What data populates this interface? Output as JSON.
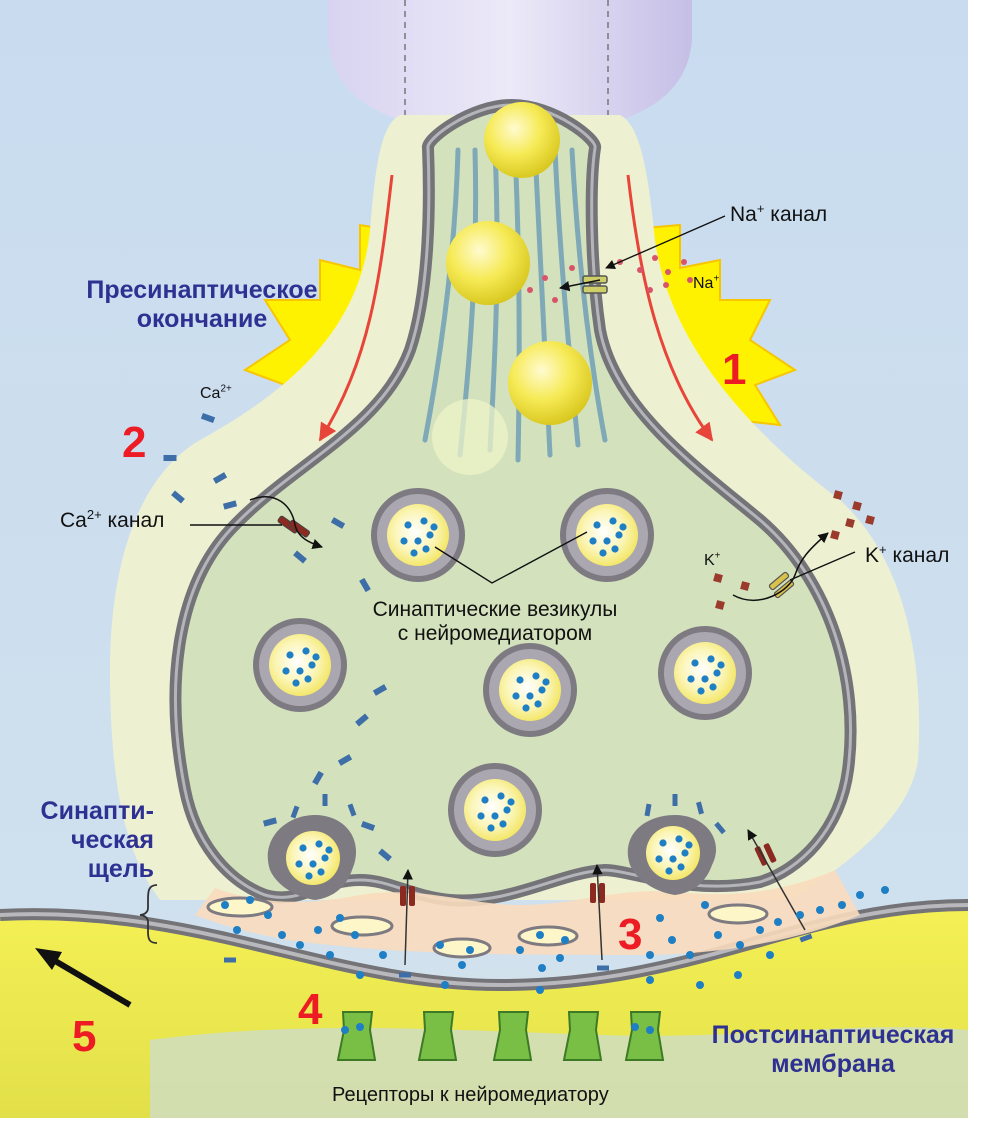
{
  "labels": {
    "presynaptic_line1": "Пресинаптическое",
    "presynaptic_line2": "окончание",
    "cleft_line1": "Синапти-",
    "cleft_line2": "ческая",
    "cleft_line3": "щель",
    "postsynaptic_line1": "Постсинаптическая",
    "postsynaptic_line2": "мембрана",
    "vesicles_line1": "Синаптические везикулы",
    "vesicles_line2": "с нейромедиатором",
    "receptors": "Рецепторы к нейромедиатору",
    "na_channel_base": "Na",
    "na_channel_sup": "+",
    "na_channel_word": " канал",
    "na_ion_base": "Na",
    "na_ion_sup": "+",
    "ca_channel_base": "Ca",
    "ca_channel_sup": "2+",
    "ca_channel_word": " канал",
    "ca_ion_base": "Ca",
    "ca_ion_sup": "2+",
    "k_channel_base": "K",
    "k_channel_sup": "+",
    "k_channel_word": " канал",
    "k_ion_base": "K",
    "k_ion_sup": "+"
  },
  "step_numbers": [
    "1",
    "2",
    "3",
    "4",
    "5"
  ],
  "colors": {
    "background_top": "#c9dcef",
    "axon_purple": "#c8c2e8",
    "terminal_outer": "#eef0d2",
    "membrane_gray": "#737378",
    "cytoplasm_green": "#d3e1bd",
    "vesicle_yellow": "#f7ee74",
    "mitochondrion_yellow": "#f2e43c",
    "flash_yellow": "#fff200",
    "arrow_red": "#e8453a",
    "cleft_orange": "#f8dcbc",
    "postsynaptic_yellow": "#eae84e",
    "receptor_green": "#7abf45",
    "neurotransmitter_blue": "#1f7fc4",
    "calcium_blue": "#3e6ea8",
    "potassium_brown": "#9a3b2c",
    "sodium_red": "#d8546a",
    "title_blue": "#2e3192",
    "number_red": "#ed1c24"
  }
}
